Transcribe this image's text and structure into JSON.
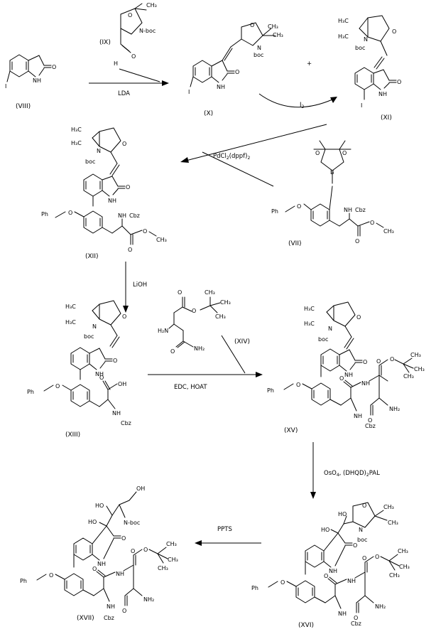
{
  "compounds": {
    "VIII": "(VIII)",
    "IX": "(IX)",
    "X": "(X)",
    "XI": "(XI)",
    "VII": "(VII)",
    "XII": "(XII)",
    "XIII": "(XIII)",
    "XIV": "(XIV)",
    "XV": "(XV)",
    "XVI": "(XVI)",
    "XVII": "(XVII)"
  },
  "reagents": {
    "lda": "LDA",
    "i2": "I",
    "i2_sub": "2",
    "pd_a": "PdCl",
    "pd_sub": "2",
    "pd_b": "(dppf)",
    "pd_sub2": "2",
    "lioh": "LiOH",
    "coupling": "EDC,  HOAT",
    "oso4_a": "OsO",
    "oso4_sub": "4",
    "oso4_b": ", (DHQD)",
    "oso4_sub2": "2",
    "oso4_c": "PAL",
    "ppts": "PPTS",
    "plus": "+"
  },
  "atoms": {
    "H": "H",
    "O": "O",
    "N": "N",
    "NH": "NH",
    "I": "I",
    "B": "B",
    "boc": "boc",
    "Nboc": "N-boc",
    "Cbz": "Cbz",
    "Ph": "Ph",
    "H3C": "H₃C",
    "CH3": "CH₃",
    "NH2": "NH₂",
    "H2N": "H₂N",
    "OH": "OH",
    "HO": "HO",
    "NHboc": "N-boc"
  }
}
